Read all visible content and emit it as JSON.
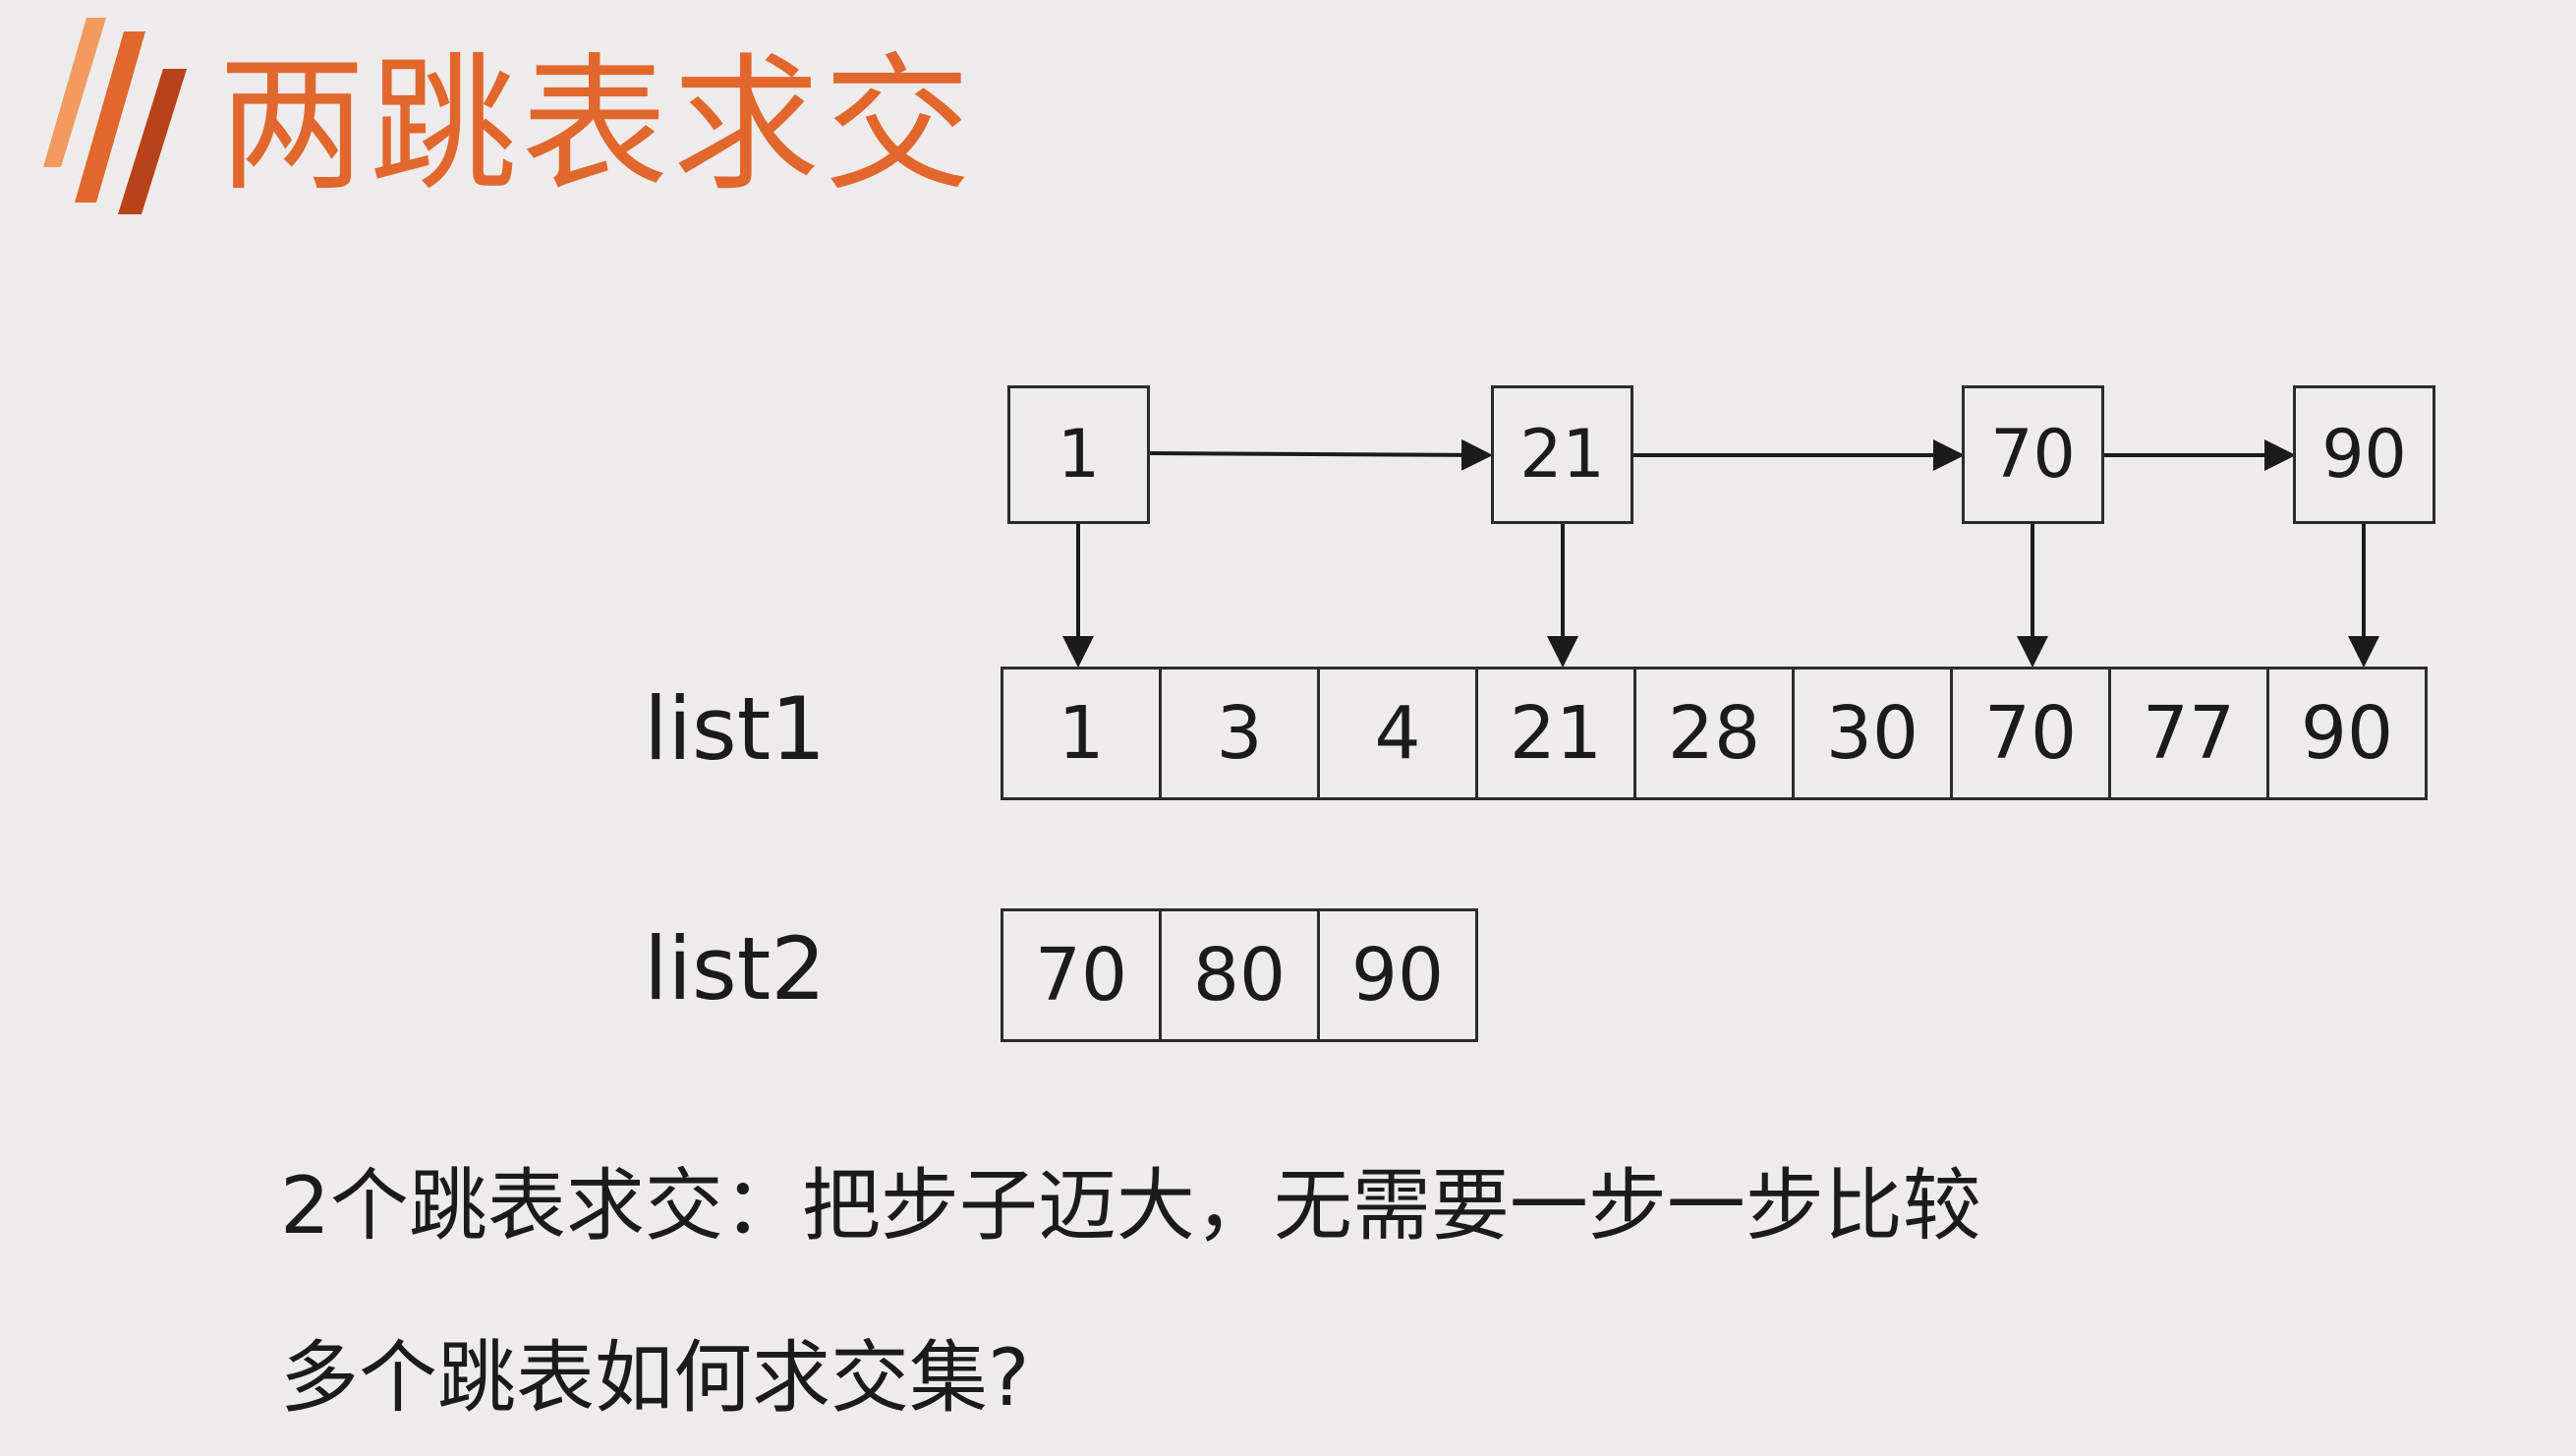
{
  "title": "两跳表求交",
  "colors": {
    "accent": "#e2672c",
    "accent_dark": "#b8431a",
    "background": "#edebec",
    "line": "#2b2b2b"
  },
  "index_nodes": [
    "1",
    "21",
    "70",
    "90"
  ],
  "list1": {
    "label": "list1",
    "values": [
      "1",
      "3",
      "4",
      "21",
      "28",
      "30",
      "70",
      "77",
      "90"
    ]
  },
  "list2": {
    "label": "list2",
    "values": [
      "70",
      "80",
      "90"
    ]
  },
  "notes": [
    "2个跳表求交：把步子迈大，无需要一步一步比较",
    "多个跳表如何求交集?"
  ]
}
